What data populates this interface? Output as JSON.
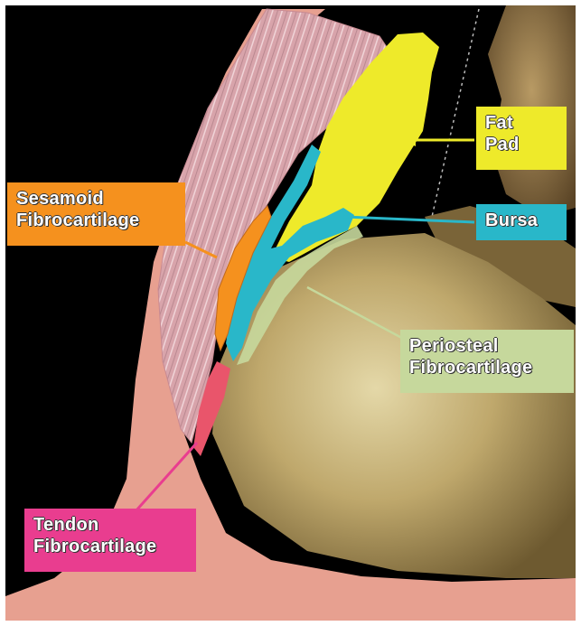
{
  "labels": {
    "fat_pad": {
      "line1": "Fat",
      "line2": "Pad",
      "color": "#eeea2a"
    },
    "bursa": {
      "text": "Bursa",
      "color": "#29b7c9"
    },
    "sesamoid": {
      "line1": "Sesamoid",
      "line2": "Fibrocartilage",
      "color": "#f5911e"
    },
    "periosteal": {
      "line1": "Periosteal",
      "line2": "Fibrocartilage",
      "color": "#c6d89c"
    },
    "tendon": {
      "line1": "Tendon",
      "line2": "Fibrocartilage",
      "color": "#e93d8f"
    }
  },
  "colors": {
    "background": "#000000",
    "frame": "#ffffff",
    "skin": "#e7a090",
    "tendon_body": "#d9a7ad",
    "bone": "#b6a06a",
    "fat_pad": "#eeea2a",
    "bursa": "#29b7c9",
    "sesamoid": "#f5911e",
    "periosteal": "#c6d89c",
    "tendon_fc": "#e9556b"
  }
}
